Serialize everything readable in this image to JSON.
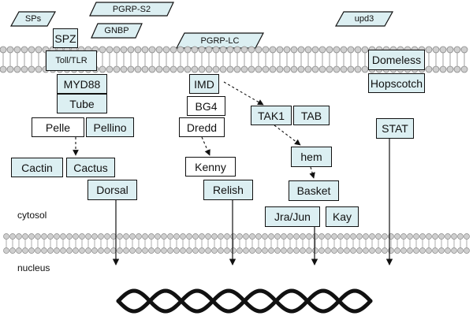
{
  "colors": {
    "node_fill": "#dceff2",
    "node_stroke": "#111111",
    "membrane": "#cfcfcf",
    "membrane_stroke": "#8a8a8a"
  },
  "ligands": {
    "sps": "SPs",
    "pgrp_s2": "PGRP-S2",
    "gnbp": "GNBP",
    "pgrp_lc": "PGRP-LC",
    "upd3": "upd3"
  },
  "toll_pathway": {
    "spz": "SPZ",
    "toll_tlr": "Toll/TLR",
    "myd88": "MYD88",
    "tube": "Tube",
    "pelle": "Pelle",
    "pellino": "Pellino",
    "cactin": "Cactin",
    "cactus": "Cactus",
    "dorsal": "Dorsal"
  },
  "imd_pathway": {
    "imd": "IMD",
    "bg4": "BG4",
    "dredd": "Dredd",
    "kenny": "Kenny",
    "relish": "Relish"
  },
  "jnk_pathway": {
    "tak1": "TAK1",
    "tab": "TAB",
    "hem": "hem",
    "basket": "Basket",
    "jra_jun": "Jra/Jun",
    "kay": "Kay"
  },
  "jak_stat_pathway": {
    "domeless": "Domeless",
    "hopscotch": "Hopscotch",
    "stat": "STAT"
  },
  "compartments": {
    "cytosol": "cytosol",
    "nucleus": "nucleus"
  }
}
